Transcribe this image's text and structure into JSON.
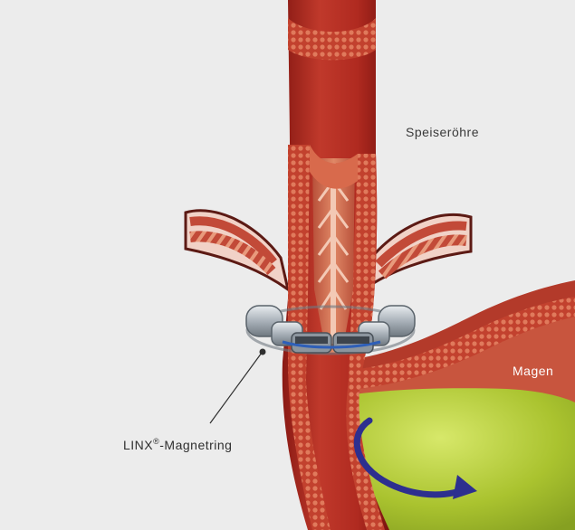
{
  "labels": {
    "esophagus": "Speiseröhre",
    "stomach": "Magen",
    "device_name": "LINX",
    "device_mark": "®",
    "device_suffix": "-Magnetring"
  },
  "colors": {
    "background": "#ececec",
    "tissue_red": "#a8231b",
    "tissue_light": "#d86a4c",
    "ring_grey": "#9aa2ab",
    "stomach_fluid": "#a8c12e",
    "arrow_blue": "#2d2f8f"
  }
}
